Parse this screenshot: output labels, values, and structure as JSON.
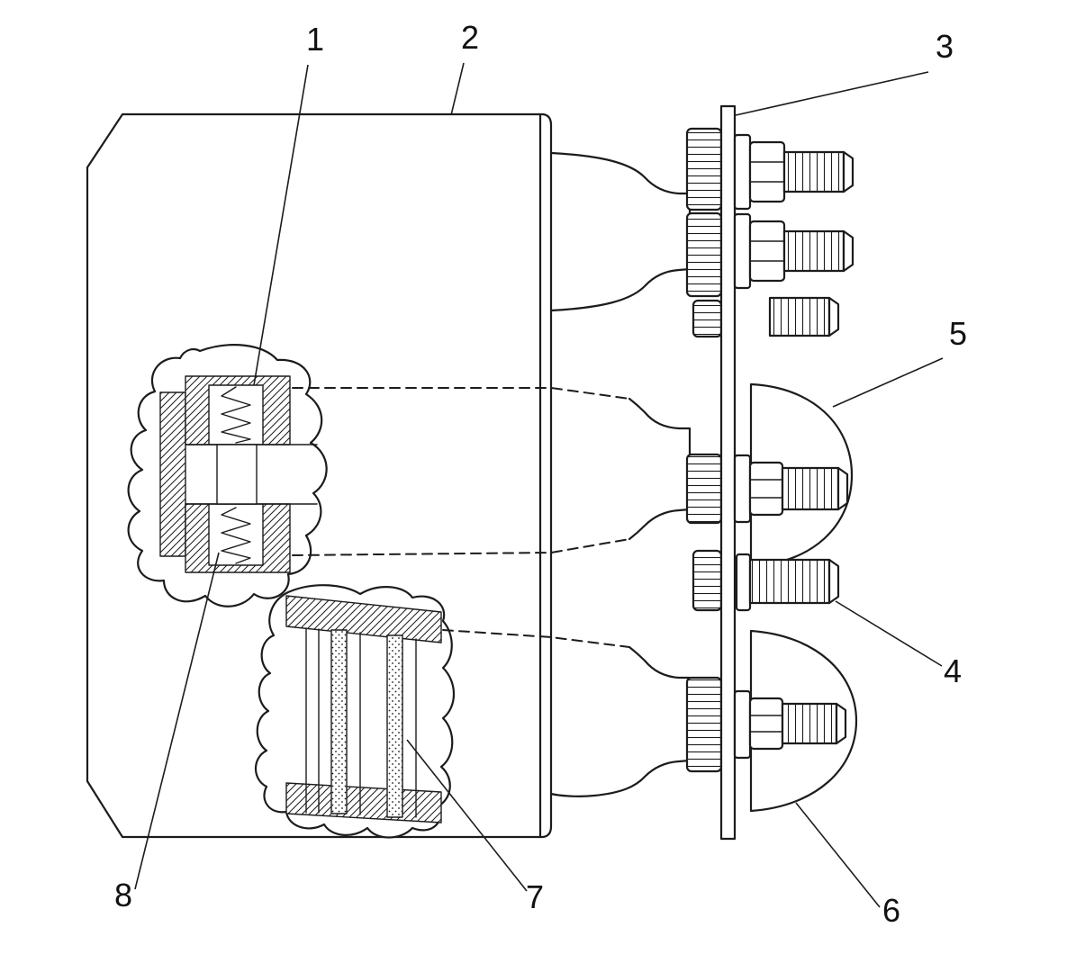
{
  "figure": {
    "background_color": "#ffffff",
    "line_color": "#1c1c1c",
    "labels": [
      {
        "ref": "1"
      },
      {
        "ref": "2"
      },
      {
        "ref": "3"
      },
      {
        "ref": "4"
      },
      {
        "ref": "5"
      },
      {
        "ref": "6"
      },
      {
        "ref": "7"
      },
      {
        "ref": "8"
      }
    ]
  }
}
